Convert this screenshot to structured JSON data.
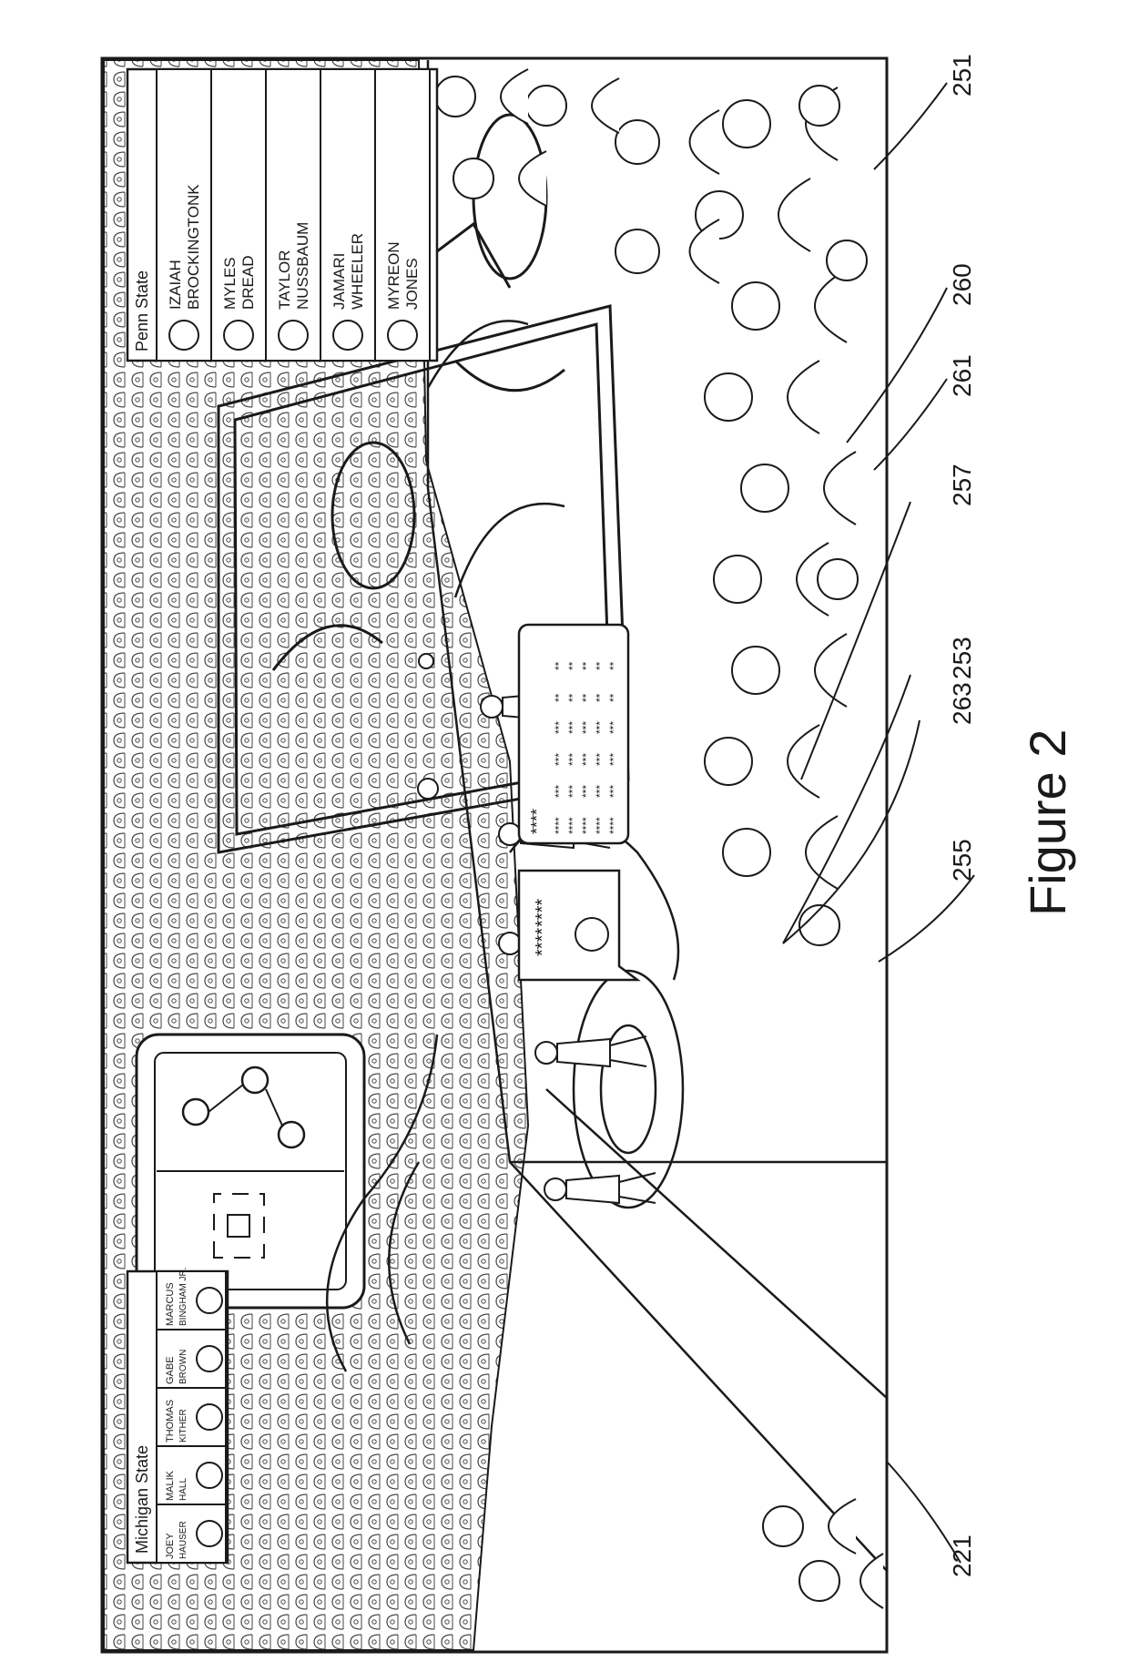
{
  "figure": {
    "caption": "Figure 2"
  },
  "reference_numerals": {
    "n221": "221",
    "n251": "251",
    "n253": "253",
    "n255": "255",
    "n257": "257",
    "n260": "260",
    "n261": "261",
    "n263": "263"
  },
  "left_roster": {
    "team": "Michigan State",
    "players": [
      {
        "first": "JOEY",
        "last": "HAUSER"
      },
      {
        "first": "MALIK",
        "last": "HALL"
      },
      {
        "first": "THOMAS",
        "last": "KITHER"
      },
      {
        "first": "GABE",
        "last": "BROWN"
      },
      {
        "first": "MARCUS",
        "last": "BINGHAM JR."
      }
    ]
  },
  "right_roster": {
    "team": "Penn State",
    "players": [
      {
        "first": "IZAIAH",
        "last": "BROCKINGTONK"
      },
      {
        "first": "MYLES",
        "last": "DREAD"
      },
      {
        "first": "TAYLOR",
        "last": "NUSSBAUM"
      },
      {
        "first": "JAMARI",
        "last": "WHEELER"
      },
      {
        "first": "MYREON",
        "last": "JONES"
      }
    ]
  },
  "stat_panel": {
    "header": "****",
    "rows": [
      [
        "****",
        "***",
        "***",
        "***",
        "**",
        "**"
      ],
      [
        "****",
        "***",
        "***",
        "***",
        "**",
        "**"
      ],
      [
        "****",
        "***",
        "***",
        "***",
        "**",
        "**"
      ],
      [
        "****",
        "***",
        "***",
        "***",
        "**",
        "**"
      ],
      [
        "****",
        "***",
        "***",
        "***",
        "**",
        "**"
      ]
    ]
  },
  "player_bubble": {
    "line1": "****",
    "line2": "****"
  },
  "colors": {
    "line": "#1a1a1a",
    "crowd": "#444444",
    "paper": "#ffffff"
  }
}
